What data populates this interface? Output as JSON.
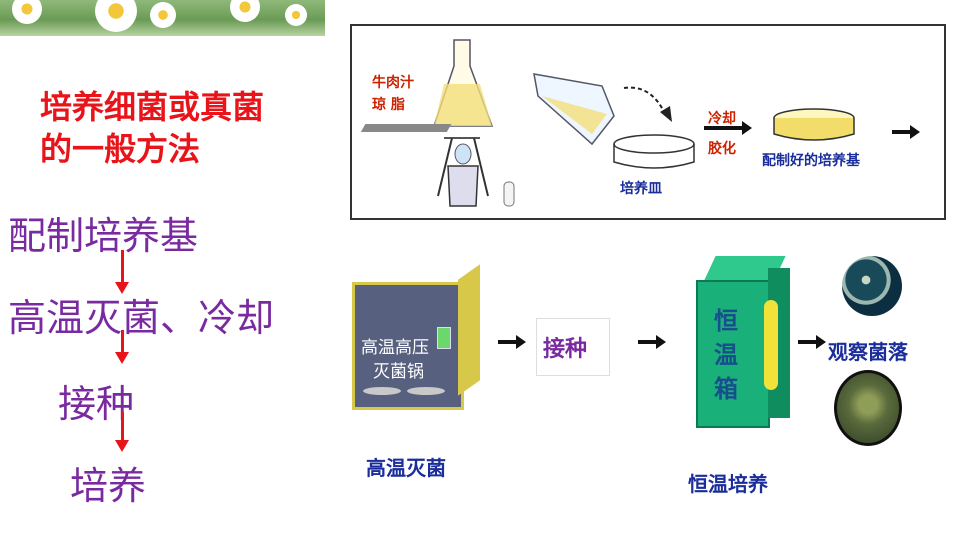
{
  "title": {
    "line1": "培养细菌或真菌",
    "line2": "的一般方法"
  },
  "steps": [
    "配制培养基",
    "高温灭菌、冷却",
    "接种",
    "培养"
  ],
  "top_figure": {
    "broth_label": "牛肉汁",
    "agar_label": "琼 脂",
    "cool_label_1": "冷却",
    "cool_label_2": "胶化",
    "dish_label": "培养皿",
    "prepared_label": "配制好的培养基"
  },
  "bottom_figure": {
    "autoclave_label_1": "高温高压",
    "autoclave_label_2": "灭菌锅",
    "inoculate_label": "接种",
    "incubator_chars": [
      "恒",
      "温",
      "箱"
    ],
    "observe_label": "观察菌落",
    "sterilize_caption": "高温灭菌",
    "incubate_caption": "恒温培养"
  }
}
